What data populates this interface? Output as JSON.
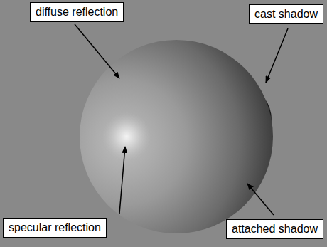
{
  "diagram": {
    "nodes": [
      {
        "text": [
          "diffuse reflection"
        ]
      },
      {
        "text": [
          "cast shadow"
        ]
      },
      {
        "text": [
          "specular reflection"
        ]
      },
      {
        "text": [
          "attached shadow"
        ]
      }
    ]
  }
}
